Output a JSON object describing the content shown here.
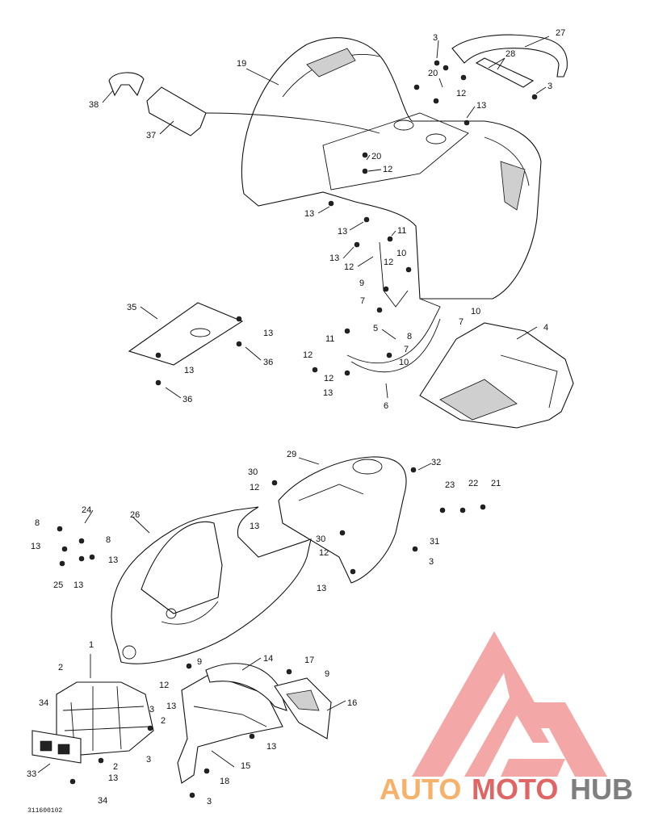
{
  "diagram": {
    "labels": [
      {
        "id": "l19",
        "text": "19"
      },
      {
        "id": "l3a",
        "text": "3"
      },
      {
        "id": "l27",
        "text": "27"
      },
      {
        "id": "l28",
        "text": "28"
      },
      {
        "id": "l20a",
        "text": "20"
      },
      {
        "id": "l12a",
        "text": "12"
      },
      {
        "id": "l3b",
        "text": "3"
      },
      {
        "id": "l13a",
        "text": "13"
      },
      {
        "id": "l38",
        "text": "38"
      },
      {
        "id": "l37",
        "text": "37"
      },
      {
        "id": "l20b",
        "text": "20"
      },
      {
        "id": "l12b",
        "text": "12"
      },
      {
        "id": "l13b",
        "text": "13"
      },
      {
        "id": "l13c",
        "text": "13"
      },
      {
        "id": "l11a",
        "text": "11"
      },
      {
        "id": "l13d",
        "text": "13"
      },
      {
        "id": "l12c",
        "text": "12"
      },
      {
        "id": "l10a",
        "text": "10"
      },
      {
        "id": "l12d",
        "text": "12"
      },
      {
        "id": "l9a",
        "text": "9"
      },
      {
        "id": "l10b",
        "text": "10"
      },
      {
        "id": "l7a",
        "text": "7"
      },
      {
        "id": "l7b",
        "text": "7"
      },
      {
        "id": "l35",
        "text": "35"
      },
      {
        "id": "l13e",
        "text": "13"
      },
      {
        "id": "l4",
        "text": "4"
      },
      {
        "id": "l5",
        "text": "5"
      },
      {
        "id": "l8a",
        "text": "8"
      },
      {
        "id": "l11b",
        "text": "11"
      },
      {
        "id": "l7c",
        "text": "7"
      },
      {
        "id": "l12e",
        "text": "12"
      },
      {
        "id": "l10c",
        "text": "10"
      },
      {
        "id": "l36a",
        "text": "36"
      },
      {
        "id": "l13f",
        "text": "13"
      },
      {
        "id": "l12f",
        "text": "12"
      },
      {
        "id": "l13g",
        "text": "13"
      },
      {
        "id": "l6",
        "text": "6"
      },
      {
        "id": "l36b",
        "text": "36"
      },
      {
        "id": "l29",
        "text": "29"
      },
      {
        "id": "l32",
        "text": "32"
      },
      {
        "id": "l30a",
        "text": "30"
      },
      {
        "id": "l23",
        "text": "23"
      },
      {
        "id": "l22",
        "text": "22"
      },
      {
        "id": "l21",
        "text": "21"
      },
      {
        "id": "l12g",
        "text": "12"
      },
      {
        "id": "l8b",
        "text": "8"
      },
      {
        "id": "l24",
        "text": "24"
      },
      {
        "id": "l26",
        "text": "26"
      },
      {
        "id": "l13h",
        "text": "13"
      },
      {
        "id": "l31",
        "text": "31"
      },
      {
        "id": "l13i",
        "text": "13"
      },
      {
        "id": "l8c",
        "text": "8"
      },
      {
        "id": "l30b",
        "text": "30"
      },
      {
        "id": "l12h",
        "text": "12"
      },
      {
        "id": "l3c",
        "text": "3"
      },
      {
        "id": "l13j",
        "text": "13"
      },
      {
        "id": "l25",
        "text": "25"
      },
      {
        "id": "l13k",
        "text": "13"
      },
      {
        "id": "l13l",
        "text": "13"
      },
      {
        "id": "l1",
        "text": "1"
      },
      {
        "id": "l14",
        "text": "14"
      },
      {
        "id": "l9b",
        "text": "9"
      },
      {
        "id": "l17",
        "text": "17"
      },
      {
        "id": "l2a",
        "text": "2"
      },
      {
        "id": "l12i",
        "text": "12"
      },
      {
        "id": "l9c",
        "text": "9"
      },
      {
        "id": "l13m",
        "text": "13"
      },
      {
        "id": "l16",
        "text": "16"
      },
      {
        "id": "l34a",
        "text": "34"
      },
      {
        "id": "l3d",
        "text": "3"
      },
      {
        "id": "l2b",
        "text": "2"
      },
      {
        "id": "l13n",
        "text": "13"
      },
      {
        "id": "l3e",
        "text": "3"
      },
      {
        "id": "l2c",
        "text": "2"
      },
      {
        "id": "l15",
        "text": "15"
      },
      {
        "id": "l33",
        "text": "33"
      },
      {
        "id": "l13o",
        "text": "13"
      },
      {
        "id": "l18",
        "text": "18"
      },
      {
        "id": "l34b",
        "text": "34"
      },
      {
        "id": "l3f",
        "text": "3"
      }
    ],
    "drawing_code": "311600102"
  },
  "watermark": {
    "word_part1": "AUTO",
    "word_part2": "MOTO",
    "word_part3": "HUB",
    "colors": {
      "orange": "#f6b26b",
      "red": "#e06666",
      "grey": "#7f7f7f",
      "logo": "#f4a7a7"
    }
  }
}
